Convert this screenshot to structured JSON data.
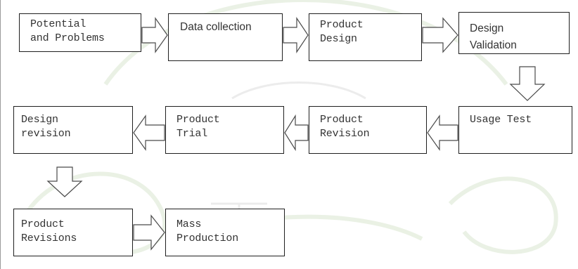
{
  "diagram": {
    "nodes": [
      {
        "id": "potential",
        "label": "Potential\nand Problems"
      },
      {
        "id": "data",
        "label": "Data collection"
      },
      {
        "id": "design",
        "label": "Product\nDesign"
      },
      {
        "id": "validation",
        "label": "Design\nValidation"
      },
      {
        "id": "usage",
        "label": "Usage Test"
      },
      {
        "id": "revision1",
        "label": "Product\nRevision"
      },
      {
        "id": "trial",
        "label": "Product\nTrial"
      },
      {
        "id": "designrev",
        "label": "Design\nrevision"
      },
      {
        "id": "revisions",
        "label": "Product\nRevisions"
      },
      {
        "id": "mass",
        "label": "Mass\nProduction"
      }
    ],
    "edges": [
      {
        "from": "potential",
        "to": "data",
        "direction": "right"
      },
      {
        "from": "data",
        "to": "design",
        "direction": "right"
      },
      {
        "from": "design",
        "to": "validation",
        "direction": "right"
      },
      {
        "from": "validation",
        "to": "usage",
        "direction": "down"
      },
      {
        "from": "usage",
        "to": "revision1",
        "direction": "left"
      },
      {
        "from": "revision1",
        "to": "trial",
        "direction": "left"
      },
      {
        "from": "trial",
        "to": "designrev",
        "direction": "left"
      },
      {
        "from": "designrev",
        "to": "revisions",
        "direction": "down"
      },
      {
        "from": "revisions",
        "to": "mass",
        "direction": "right"
      }
    ]
  }
}
